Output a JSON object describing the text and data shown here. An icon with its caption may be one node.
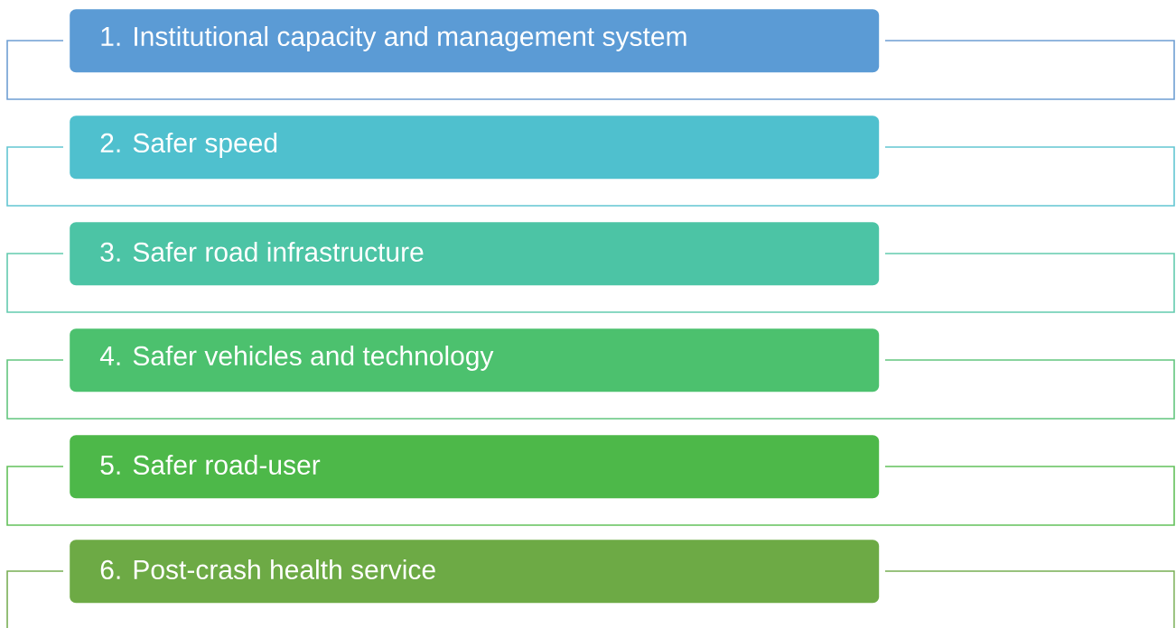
{
  "diagram": {
    "nodes": [
      {
        "text": [
          "1. Institutional capacity and management system"
        ]
      },
      {
        "text": [
          "2. Safer speed"
        ]
      },
      {
        "text": [
          "3. Safer road infrastructure"
        ]
      },
      {
        "text": [
          "4. Safer vehicles and technology"
        ]
      },
      {
        "text": [
          "5. Safer road-user"
        ]
      },
      {
        "text": [
          "6. Post-crash health service"
        ]
      }
    ]
  }
}
